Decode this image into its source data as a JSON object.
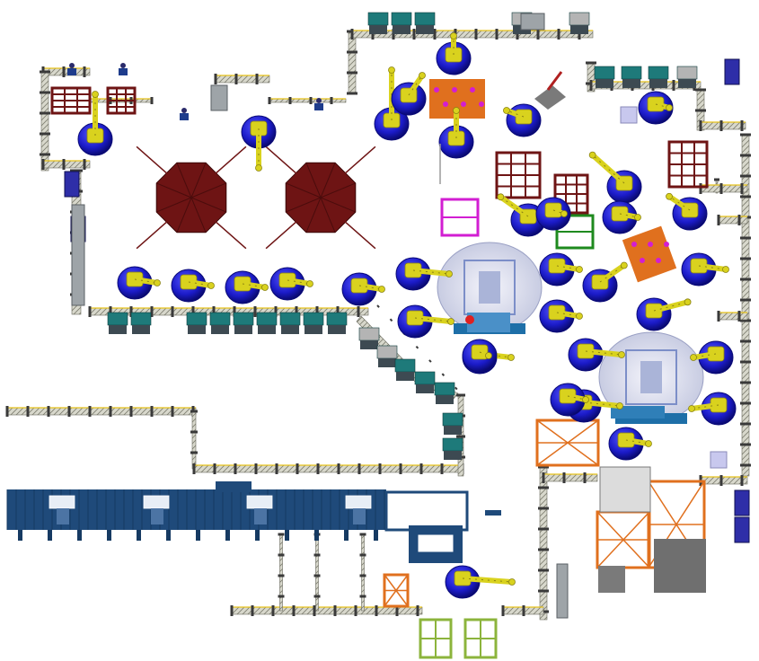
{
  "colors": {
    "background": "#ffffff",
    "fence": "#9c9c8c",
    "fence_post": "#3a3a3a",
    "fence_top": "#e6c21a",
    "robot_base": "#1b1bc8",
    "robot_base_dark": "#0a0a78",
    "robot_arm": "#d9d21e",
    "robot_arm_dark": "#8a8212",
    "fixture_red": "#6e1414",
    "fixture_orange": "#e0701e",
    "fixture_green": "#1e8a1e",
    "fixture_magenta": "#d21ed2",
    "conveyor_blue": "#1f4a7a",
    "cabinet_teal": "#1e7a7a",
    "cabinet_grey": "#b4b4b4",
    "turntable": "#cfd2e6",
    "cart_green": "#8cb43c"
  },
  "robots": {
    "count": 34
  },
  "fixtures": {
    "red_tables": 6,
    "orange_fixtures": 5,
    "green_carts": 2
  },
  "conveyor": {
    "name": ""
  }
}
